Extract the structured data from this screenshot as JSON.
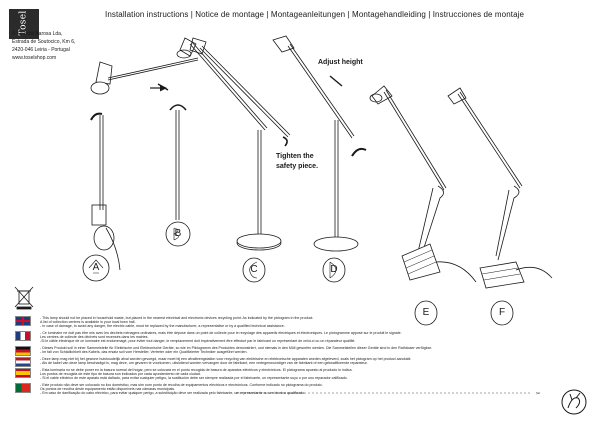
{
  "brand": {
    "logo_text": "Tosel"
  },
  "address": {
    "lines": [
      "A Ferreira Barosa Lda,",
      "Estrada de Soutocico, Km 6,",
      "2420-046 Leiria - Portugal",
      "www.toselshop.com"
    ]
  },
  "header": {
    "title": "Installation instructions | Notice de montage | Montageanleitungen | Montagehandleiding | Instrucciones de montaje"
  },
  "annotations": {
    "adjust_height": "Adjust height",
    "tighten_line1": "Tighten the",
    "tighten_line2": "safety piece."
  },
  "steps": [
    "A",
    "B",
    "C",
    "D",
    "E",
    "F"
  ],
  "notes": [
    {
      "flag": "uk",
      "lines": [
        "- This lamp should not be placed in household waste, but placed in the nearest electrical and electronic devices recycling point. As indicated by the pictogram in the product.",
        "A list of collection centres is available in your local town hall.",
        "- In case of damage, to avoid any danger, the electric cable, must be replaced by the manufacturer, a representative or by a qualified technical assistance."
      ]
    },
    {
      "flag": "fr",
      "lines": [
        "- Ce luminaire ne doit pas être mis avec les déchets ménagers ordinaires, mais être déposé dans un point de collecte pour le recyclage des appareils électriques et électroniques. Le pictogramme apposé sur le produit le signale.",
        "Les centres de collecte des déchets sont recensés dans les mairies.",
        "-Si le câble électrique de ce luminaire est endommagé, pour éviter tout danger, le remplacement doit impérativement être effectué par le fabricant un représentant de celui-ci ou un réparateur qualifié."
      ]
    },
    {
      "flag": "de",
      "lines": [
        "- Dieses Produkt soll in einer Sammelstelle für Elektrische und Elektronische Geräte, so wie im Piktogramm des Produktes demonstriert, und niemals in den Müll geworfen werden. Die Sammelstellen dieser Geräte sind in den Rathäuser verfügbar.",
        "- Im fall von Schädlichkeit des Kabels, das ersatz soll vom Hersteller, Vertreter oder ein Qualifizierter Techniker ausgeführt werden."
      ]
    },
    {
      "flag": "nl",
      "lines": [
        "- Deze lamp mag niet bij het gewone huishoudelijk afval worden gevoegd, maar moet bij een afvalbrengstation voor recycling van elektrische en elektronische apparaten worden afgeleverd, zoals het pictogram op het product aanduidt.",
        "- Als de kabel van deze lamp beschadigd is, mag deze, om gevaren te voorkomen, uitsluitend worden vervangen door de fabrikant, een vertegenwoordiger van de fabrikant of een gekwalificeerde reparateur."
      ]
    },
    {
      "flag": "es",
      "lines": [
        "- Esta luminaria no se debe poner en la basura normal del hogar, pero se colocará en el punto recogida de basura de aparatos eléctricos y electrónicos. El pictograma apuesto al producto lo indica.",
        "Los puntos de recogida de este tipo de basura son indicados por cada ayuntamiento de cada ciudad.",
        "- Si el cable eléctrico de este aparato está dañado, para evitar cualquier peligro, la sustitución debe ser siempre realizada por el fabricante, un representante suyo o por uno reparador calificado."
      ]
    },
    {
      "flag": "pt",
      "lines": [
        "- Este produto não deve ser colocado no lixo doméstico, mas sim num ponto de recolha de equipamentos eléctricos e electrónicos. Conforme indicado no pictograma do produto.",
        "Os pontos de recolha deste equipamento estão disponíveis nas câmaras municipais.",
        "- Em caso de danificação do cabo eléctrico, para evitar qualquer perigo, a substituição deve ser realizada pelo fabricante, um representante ou um técnico qualificado."
      ]
    }
  ]
}
